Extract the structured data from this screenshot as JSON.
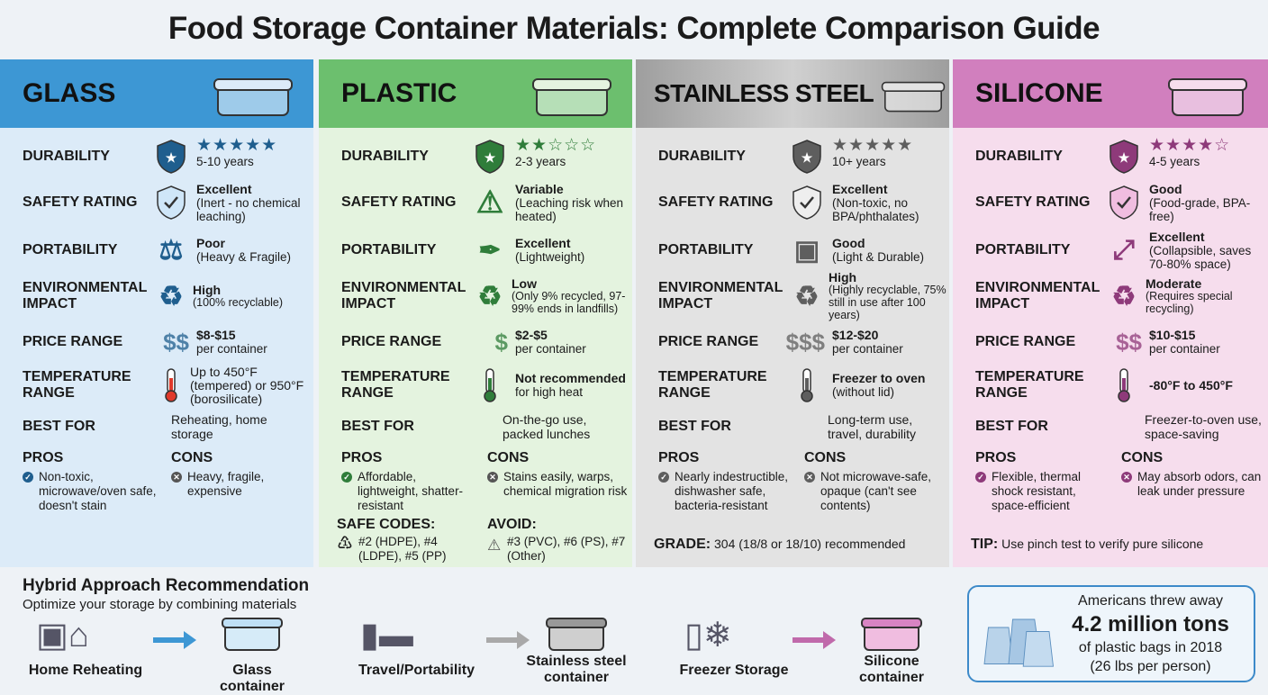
{
  "title": "Food Storage Container Materials: Complete Comparison Guide",
  "labels": {
    "durability": "DURABILITY",
    "safety": "SAFETY RATING",
    "portability": "PORTABILITY",
    "environmental": "ENVIRONMENTAL IMPACT",
    "price": "PRICE RANGE",
    "temperature": "TEMPERATURE RANGE",
    "best_for": "BEST FOR",
    "pros": "PROS",
    "cons": "CONS"
  },
  "columns": [
    {
      "name": "GLASS",
      "header_color": "#3d97d4",
      "bg_color": "#dcebf8",
      "accent": "#1f5e8e",
      "stars": 5,
      "durability": "5-10 years",
      "safety_title": "Excellent",
      "safety_note": "(Inert - no chemical leaching)",
      "portability_title": "Poor",
      "portability_note": "(Heavy & Fragile)",
      "portability_icon": "weight-fragile-icon",
      "environmental_title": "High",
      "environmental_note": "(100% recyclable)",
      "price_symbol": "$$",
      "price_title": "$8-$15",
      "price_note": "per container",
      "temperature_title": "Up to 450°F (tempered) or 950°F (borosilicate)",
      "temperature_note": "",
      "best_for": "Reheating, home storage",
      "pros": "Non-toxic, microwave/oven safe, doesn't stain",
      "cons": "Heavy, fragile, expensive"
    },
    {
      "name": "PLASTIC",
      "header_color": "#6cbf6e",
      "bg_color": "#e4f3df",
      "accent": "#2f7d3a",
      "stars": 2,
      "durability": "2-3 years",
      "safety_title": "Variable",
      "safety_note": "(Leaching risk when heated)",
      "portability_title": "Excellent",
      "portability_note": "(Lightweight)",
      "portability_icon": "feather-icon",
      "environmental_title": "Low",
      "environmental_note": "(Only 9% recycled, 97-99% ends in landfills)",
      "price_symbol": "$",
      "price_title": "$2-$5",
      "price_note": "per container",
      "temperature_title": "Not recommended",
      "temperature_note": "for high heat",
      "best_for": "On-the-go use, packed lunches",
      "pros": "Affordable, lightweight, shatter-resistant",
      "cons": "Stains easily, warps, chemical migration risk",
      "extra": {
        "safe_label": "SAFE CODES:",
        "safe_text": "#2 (HDPE), #4 (LDPE), #5 (PP)",
        "avoid_label": "AVOID:",
        "avoid_text": "#3 (PVC), #6 (PS), #7 (Other)"
      }
    },
    {
      "name": "STAINLESS STEEL",
      "header_color": "#a9a9a9",
      "bg_color": "#e3e3e3",
      "accent": "#5e5e5e",
      "stars": 5,
      "durability": "10+ years",
      "safety_title": "Excellent",
      "safety_note": "(Non-toxic, no BPA/phthalates)",
      "portability_title": "Good",
      "portability_note": "(Light & Durable)",
      "portability_icon": "backpack-icon",
      "environmental_title": "High",
      "environmental_note": "(Highly recyclable, 75% still in use after 100 years)",
      "price_symbol": "$$$",
      "price_title": "$12-$20",
      "price_note": "per container",
      "temperature_title": "Freezer to oven",
      "temperature_note": "(without lid)",
      "best_for": "Long-term use, travel, durability",
      "pros": "Nearly indestructible, dishwasher safe, bacteria-resistant",
      "cons": "Not microwave-safe, opaque (can't see contents)",
      "footer_label": "GRADE:",
      "footer_text": "304 (18/8 or 18/10) recommended"
    },
    {
      "name": "SILICONE",
      "header_color": "#d17fbe",
      "bg_color": "#f6dded",
      "accent": "#8e3a7a",
      "stars": 4,
      "durability": "4-5 years",
      "safety_title": "Good",
      "safety_note": "(Food-grade, BPA-free)",
      "portability_title": "Excellent",
      "portability_note": "(Collapsible, saves 70-80% space)",
      "portability_icon": "collapse-icon",
      "environmental_title": "Moderate",
      "environmental_note": "(Requires special recycling)",
      "price_symbol": "$$",
      "price_title": "$10-$15",
      "price_note": "per container",
      "temperature_title": "-80°F to 450°F",
      "temperature_note": "",
      "best_for": "Freezer-to-oven use, space-saving",
      "pros": "Flexible, thermal shock resistant, space-efficient",
      "cons": "May absorb odors, can leak under pressure",
      "footer_label": "TIP:",
      "footer_text": "Use pinch test to verify pure silicone"
    }
  ],
  "hybrid": {
    "title": "Hybrid Approach Recommendation",
    "subtitle": "Optimize your storage by combining materials",
    "flows": [
      {
        "from": "Home Reheating",
        "to": "Glass container",
        "color": "#3d97d4"
      },
      {
        "from": "Travel/Portability",
        "to": "Stainless steel container",
        "color": "#a9a9a9"
      },
      {
        "from": "Freezer Storage",
        "to": "Silicone container",
        "color": "#c06aab"
      }
    ]
  },
  "stat": {
    "line1": "Americans threw away",
    "big": "4.2 million tons",
    "line2": "of plastic bags in 2018",
    "line3": "(26 lbs per person)"
  }
}
